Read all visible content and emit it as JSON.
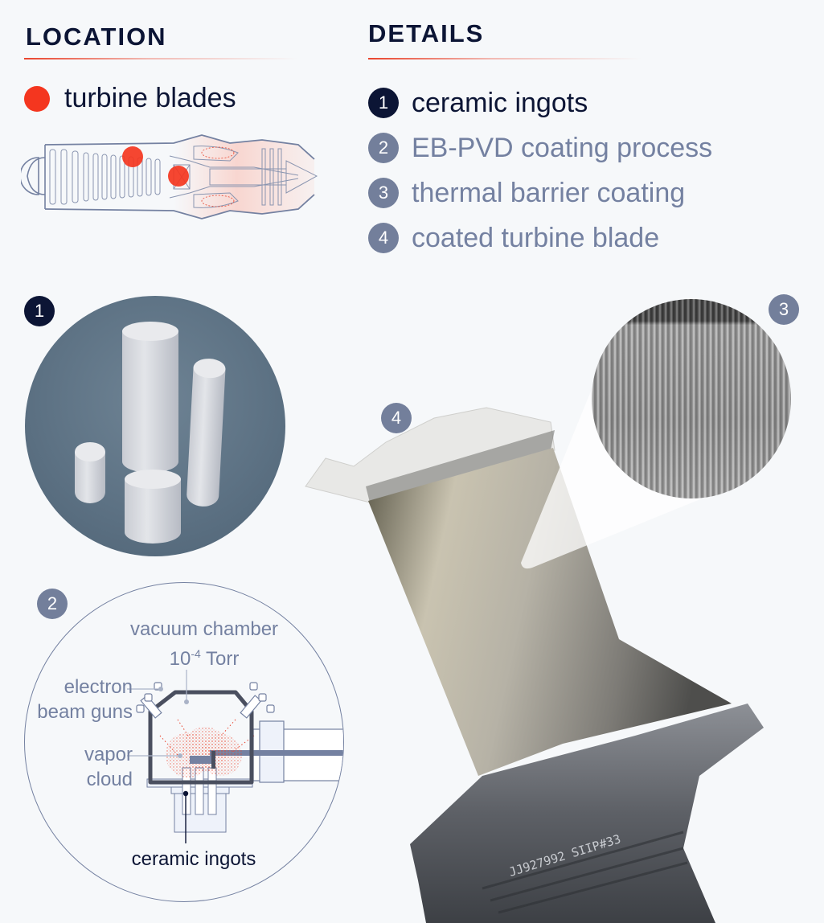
{
  "location": {
    "heading": "LOCATION",
    "legend_label": "turbine blades",
    "legend_color": "#f4361f",
    "engine_diagram": {
      "highlight_color": "#f4361f",
      "highlight_count": 2
    }
  },
  "details": {
    "heading": "DETAILS",
    "items": [
      {
        "number": "1",
        "label": "ceramic ingots",
        "active": true
      },
      {
        "number": "2",
        "label": "EB-PVD coating process",
        "active": false
      },
      {
        "number": "3",
        "label": "thermal barrier coating",
        "active": false
      },
      {
        "number": "4",
        "label": "coated turbine blade",
        "active": false
      }
    ]
  },
  "panels": {
    "ingots": {
      "badge": "1"
    },
    "process": {
      "badge": "2",
      "labels": {
        "vacuum_chamber": "vacuum chamber",
        "pressure_base": "10",
        "pressure_exp": "-4",
        "pressure_unit": " Torr",
        "electron_1": "electron",
        "electron_2": "beam guns",
        "vapor_1": "vapor",
        "vapor_2": "cloud",
        "ingots": "ceramic ingots"
      }
    },
    "tbc": {
      "badge": "3"
    },
    "blade": {
      "badge": "4",
      "engraving": "JJ927992 SIIP#33"
    }
  },
  "colors": {
    "navy": "#0c1535",
    "slate": "#7481a1",
    "accent_red": "#e9442d",
    "background": "#f6f8fa"
  }
}
